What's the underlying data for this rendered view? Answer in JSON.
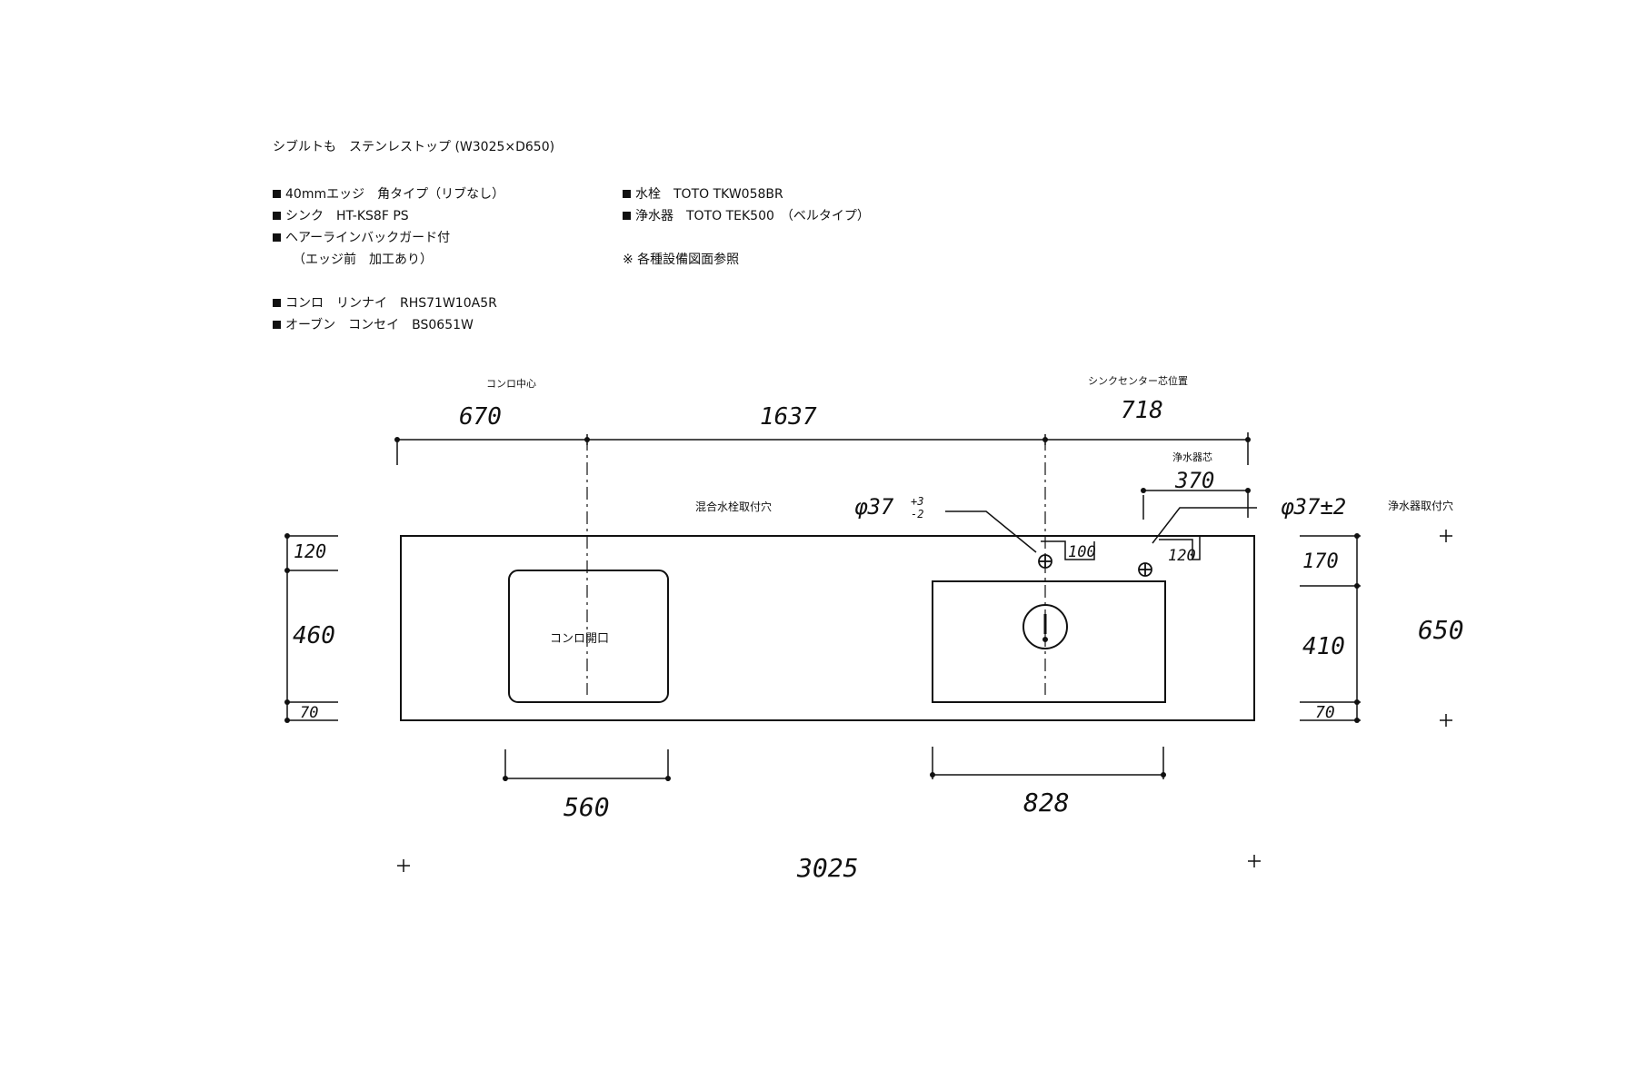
{
  "notes": {
    "title": "シブルトも　ステンレストップ (W3025×D650)",
    "items": [
      "40mmエッジ　角タイプ（リブなし）",
      "シンク　HT-KS8F PS",
      "ヘアーラインバックガード付",
      "（エッジ前　加工あり）",
      "コンロ　リンナイ　RHS71W10A5R",
      "オーブン　コンセイ　BS0651W",
      "水栓　TOTO TKW058BR",
      "浄水器　TOTO TEK500　（ベルタイプ）",
      "※ 各種設備図面参照"
    ]
  },
  "dimensions": {
    "top_left_note": "コンロ中心",
    "top_left": "670",
    "top_center": "1637",
    "top_right_note": "シンクセンター芯位置",
    "top_right": "718",
    "right_edge_note": "浄水器芯",
    "offset_370": "370",
    "hole1_note": "混合水栓取付穴",
    "hole1_dia": "φ37",
    "hole1_tol_plus": "+3",
    "hole1_tol_minus": "-2",
    "hole1_offset": "100",
    "hole2_dia": "φ37±2",
    "hole2_note": "浄水器取付穴",
    "hole2_offset": "120",
    "left_top": "120",
    "left_mid": "460",
    "left_bottom": "70",
    "right_top": "170",
    "right_mid": "410",
    "right_bottom": "70",
    "depth_total": "650",
    "hob_width": "560",
    "sink_width": "828",
    "total_width": "3025",
    "hob_label": "コンロ開口"
  }
}
